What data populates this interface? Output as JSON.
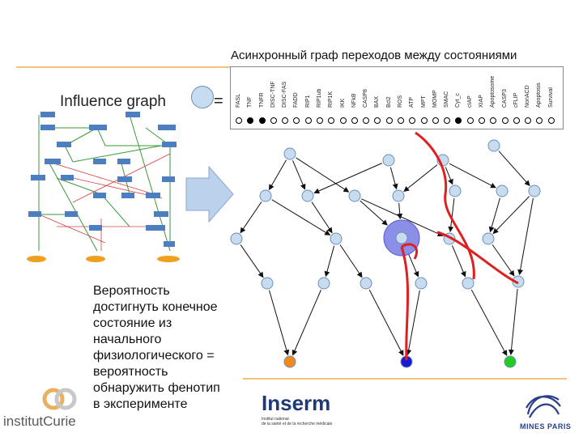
{
  "title": "Асинхронный граф переходов между состояниями",
  "influence_label": "Influence graph",
  "equals": "=",
  "caption_lines": [
    "Вероятность",
    "достигнуть конечное",
    "состояние из",
    "начального",
    "физиологического =",
    "вероятность",
    "обнаружить фенотип",
    "в эксперименте"
  ],
  "state_table": {
    "genes": [
      "FASL",
      "TNF",
      "TNFR",
      "DISC-TNF",
      "DISC-FAS",
      "FADD",
      "RIP1",
      "RIP1ub",
      "RIP1K",
      "IKK",
      "NFkB",
      "CASP8",
      "BAX",
      "Bcl2",
      "ROS",
      "ATP",
      "MPT",
      "MOMP",
      "SMAC",
      "Cyt_c",
      "cIAP",
      "XIAP",
      "Apoptosome",
      "CASP3",
      "cFLIP",
      "NonACD",
      "Apoptosis",
      "Survival"
    ],
    "states": [
      0,
      1,
      1,
      0,
      0,
      0,
      0,
      0,
      0,
      0,
      0,
      0,
      0,
      0,
      0,
      0,
      0,
      0,
      0,
      1,
      0,
      0,
      0,
      0,
      0,
      0,
      0,
      0
    ]
  },
  "logos": {
    "curie": "institutCurie",
    "inserm": "Inserm",
    "inserm_sub1": "Institut national",
    "inserm_sub2": "de la santé et de la recherche médicale",
    "mines": "MINES PARIS"
  },
  "colors": {
    "node": "#c8dcf0",
    "node_stroke": "#6b8fb8",
    "highlight_node": "#8b8fe8",
    "path": "#e02020",
    "final_orange": "#f08a1c",
    "final_blue": "#1a1ad0",
    "final_green": "#22cc22",
    "arrow_shape": "#bcd2ec"
  }
}
